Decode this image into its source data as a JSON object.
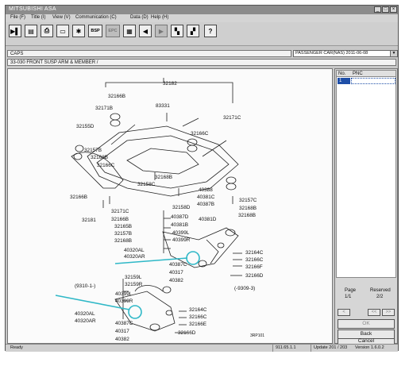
{
  "window": {
    "title": "MITSUBISHI ASA",
    "minimize": "_",
    "maximize": "□",
    "close": "×"
  },
  "menu": [
    {
      "label": "File (F)",
      "name": "menu-file"
    },
    {
      "label": "Title (I)",
      "name": "menu-title"
    },
    {
      "label": "View (V)",
      "name": "menu-view"
    },
    {
      "label": "Communication (C)",
      "name": "menu-communication"
    },
    {
      "label": "Data (D)",
      "name": "menu-data"
    },
    {
      "label": "Help (H)",
      "name": "menu-help"
    }
  ],
  "toolbar": {
    "buttons": [
      {
        "icon": "first-page-icon",
        "glyph": "▶▌"
      },
      {
        "icon": "open-book-icon",
        "glyph": "▤"
      },
      {
        "icon": "print-icon",
        "glyph": "⎙"
      },
      {
        "icon": "save-icon",
        "glyph": "▭"
      },
      {
        "icon": "settings-icon",
        "glyph": "✱"
      },
      {
        "icon": "bsp-icon",
        "glyph": "BSP"
      },
      {
        "icon": "epc-icon",
        "glyph": "EPC"
      },
      {
        "icon": "grid-icon",
        "glyph": "▦"
      },
      {
        "icon": "back-arrow-icon",
        "glyph": "◀"
      },
      {
        "icon": "forward-arrow-icon",
        "glyph": "▶"
      },
      {
        "icon": "copy-icon",
        "glyph": "▚"
      },
      {
        "icon": "paste-icon",
        "glyph": "▞"
      },
      {
        "icon": "help-icon",
        "glyph": "?"
      }
    ]
  },
  "caps": {
    "label": "CAPS"
  },
  "vehicle": {
    "selected": "PASSENGER CAR(NAS)  2011-06-08"
  },
  "breadcrumb": {
    "text": "33-030  FRONT SUSP ARM & MEMBER /"
  },
  "diagram": {
    "labels": [
      "32182",
      "32166B",
      "83331",
      "32171B",
      "32171C",
      "32155D",
      "32166C",
      "32157B",
      "32168B",
      "32166C",
      "32168B",
      "32158C",
      "40388",
      "32166B",
      "40381C",
      "32157C",
      "32168B",
      "40387B",
      "32158D",
      "32168B",
      "32181",
      "32171C",
      "32166B",
      "32165B",
      "32157B",
      "32168B",
      "40387D",
      "40381B",
      "40381D",
      "40399L",
      "40399R",
      "40320AL",
      "40320AR",
      "32164C",
      "32166C",
      "32166F",
      "40387C",
      "40317",
      "40382",
      "32166D",
      "(-9309-3)",
      "(9310-1-)",
      "32159L",
      "32159R",
      "40399L",
      "40399R",
      "40320AL",
      "40320AR",
      "40387C",
      "40317",
      "40382",
      "32164C",
      "32166C",
      "32166E",
      "32166D",
      "3RP101"
    ]
  },
  "partlist": {
    "col_no": "No.",
    "col_pnc": "PNC",
    "rows": [
      {
        "no": "1",
        "pnc": ""
      }
    ]
  },
  "paging": {
    "page_label": "Page",
    "page_value": "1/1",
    "reserved_label": "Reserved",
    "reserved_value": "2/2",
    "prev_glyph": "<",
    "prev_all_glyph": "<<",
    "next_glyph": ">>"
  },
  "actions": {
    "ok": "OK",
    "back": "Back",
    "cancel": "Cancel"
  },
  "status": {
    "ready": "Ready",
    "code": "911.65.1.1",
    "update": "Update 201 / 203",
    "version": "Version 1.6.0.2"
  },
  "colors": {
    "callout": "#2fb8c7",
    "selection": "#1f4fa8"
  }
}
